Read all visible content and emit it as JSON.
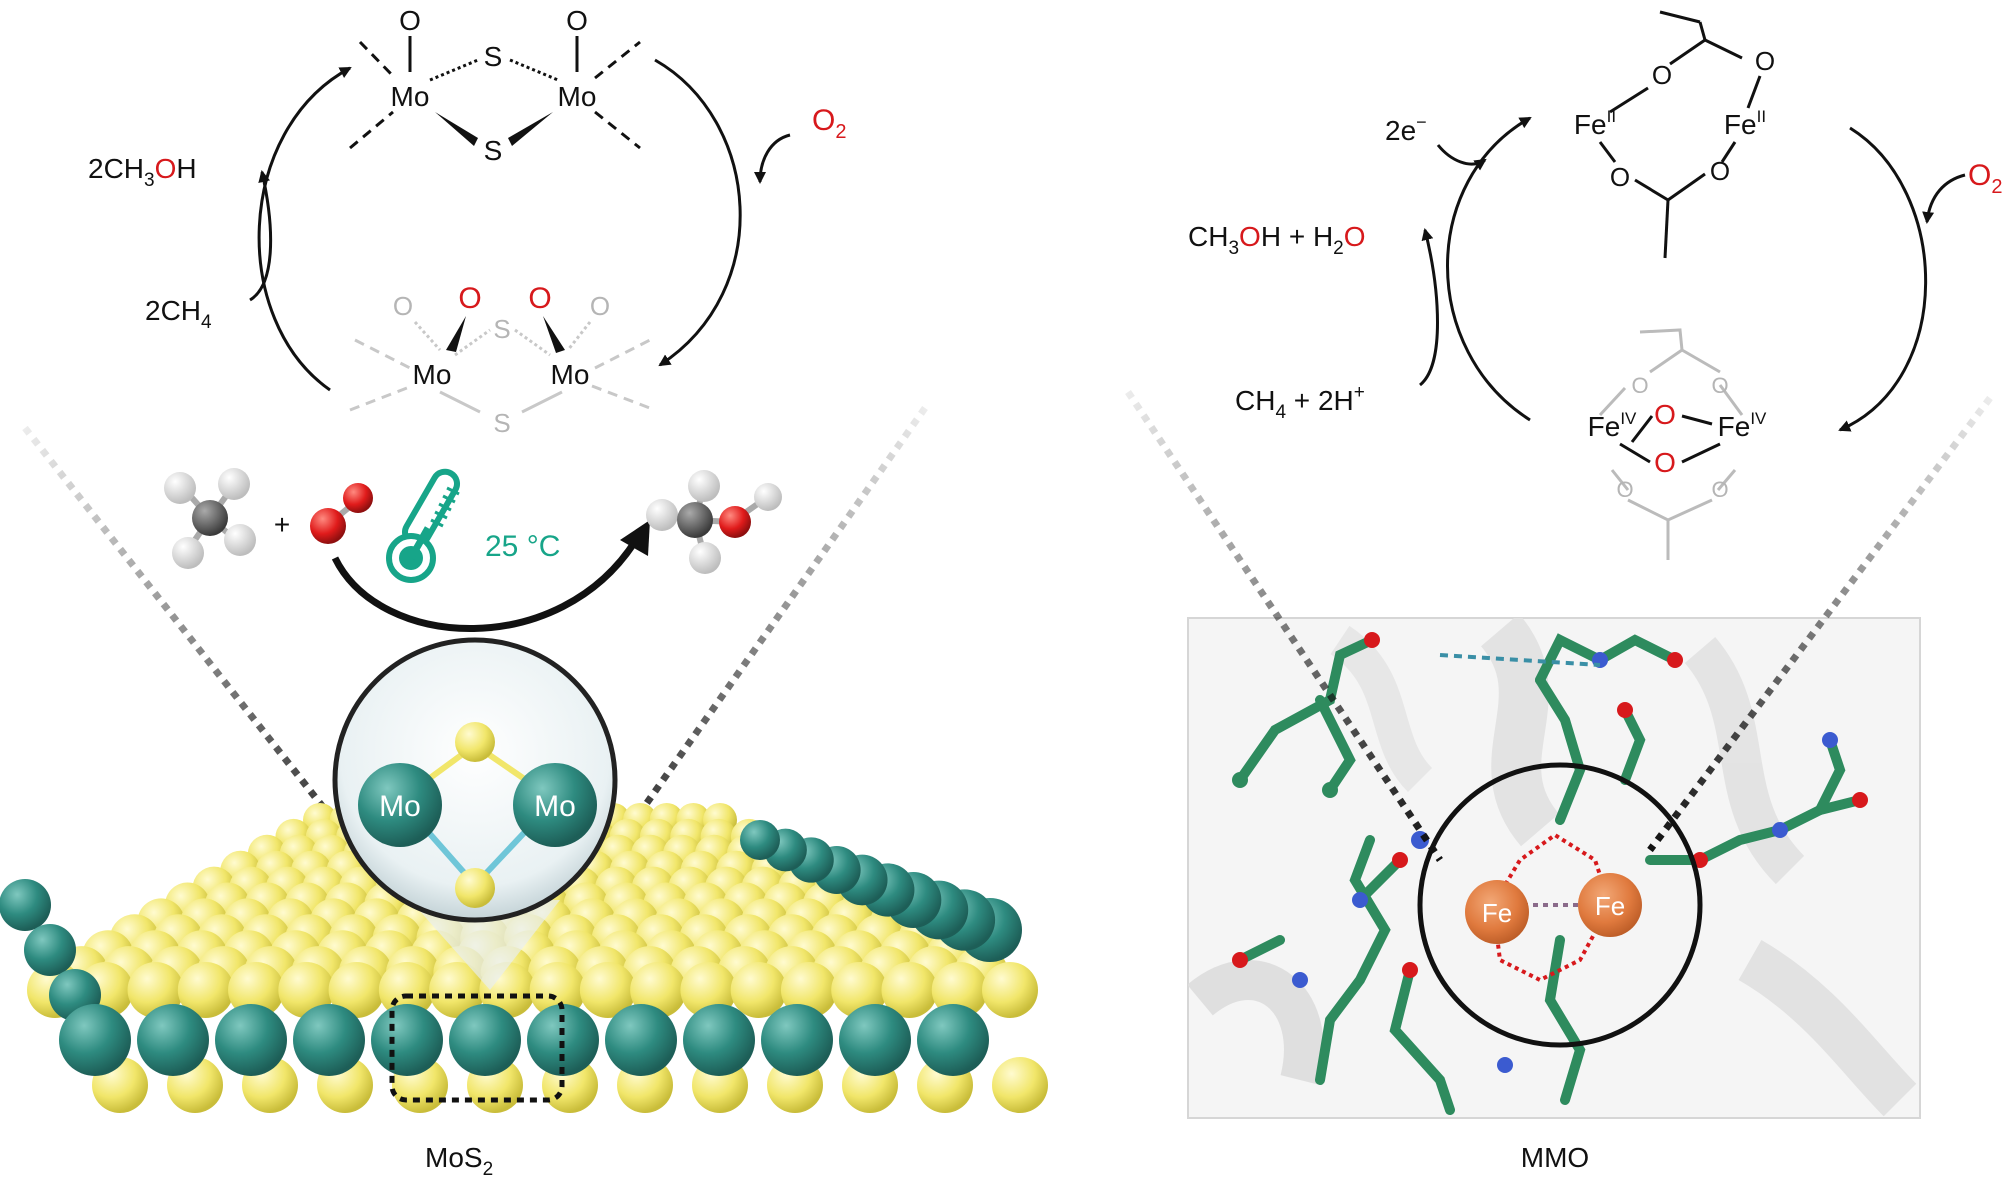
{
  "left_panel": {
    "top_complex": {
      "o_left": "O",
      "o_right": "O",
      "s_top": "S",
      "s_bottom": "S",
      "mo_left": "Mo",
      "mo_right": "Mo"
    },
    "bottom_complex": {
      "o_left_faded": "O",
      "o_left": "O",
      "o_right": "O",
      "o_right_faded": "O",
      "s_top": "S",
      "s_bottom": "S",
      "mo_left": "Mo",
      "mo_right": "Mo"
    },
    "oxygen_main": "O",
    "oxygen_sub": "2",
    "product_prefix": "2CH",
    "product_sub": "3",
    "product_o": "O",
    "product_h": "H",
    "reactant_main": "2CH",
    "reactant_sub": "4",
    "plus": "+",
    "temperature": "25 °C",
    "bubble_mo_left": "Mo",
    "bubble_mo_right": "Mo",
    "caption_main": "MoS",
    "caption_sub": "2"
  },
  "right_panel": {
    "electrons": "2e",
    "electrons_sup": "−",
    "oxygen_main": "O",
    "oxygen_sub": "2",
    "product_a": "CH",
    "product_a_sub": "3",
    "product_a_o": "O",
    "product_a_rest": "H + H",
    "product_a_sub2": "2",
    "product_a_o2": "O",
    "reactant_a": "CH",
    "reactant_a_sub": "4",
    "reactant_rest": " + 2H",
    "reactant_sup": "+",
    "top_fe_left": "Fe",
    "top_fe_left_sup": "II",
    "top_fe_right": "Fe",
    "top_fe_right_sup": "II",
    "top_o1": "O",
    "top_o2": "O",
    "top_o3": "O",
    "top_o4": "O",
    "bot_fe_left": "Fe",
    "bot_fe_left_sup": "IV",
    "bot_fe_right": "Fe",
    "bot_fe_right_sup": "IV",
    "bot_o_top": "O",
    "bot_o_bottom": "O",
    "bot_o1": "O",
    "bot_o2": "O",
    "bot_o3": "O",
    "bot_o4": "O",
    "circle_fe_left": "Fe",
    "circle_fe_right": "Fe",
    "caption": "MMO"
  },
  "colors": {
    "oxygen_red": "#d7191c",
    "temperature_teal": "#17a589",
    "sulfur_yellow": "#f3ea6a",
    "molybdenum_teal": "#2e8b80",
    "iron_orange": "#e07a3e",
    "protein_green": "#2e8b5e"
  }
}
